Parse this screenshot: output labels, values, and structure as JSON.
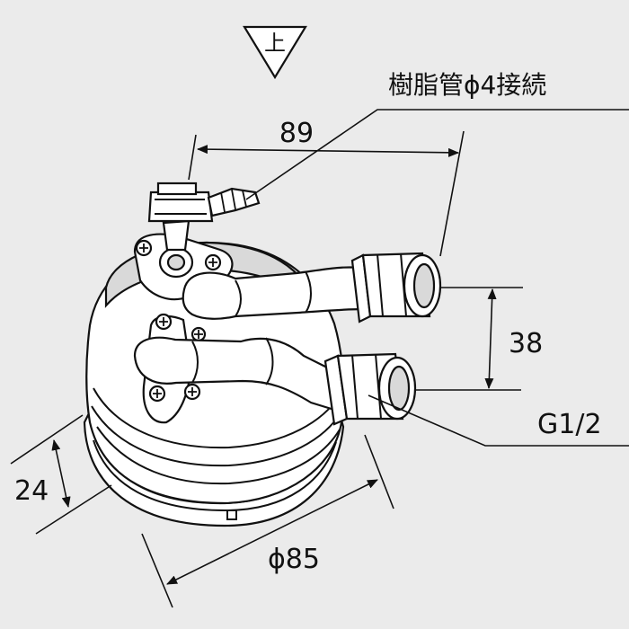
{
  "direction_mark": {
    "label": "上"
  },
  "callouts": {
    "tube_connection": "樹脂管ϕ4接続",
    "thread": "G1/2"
  },
  "dimensions": {
    "width": "89",
    "pitch": "38",
    "height": "24",
    "diameter": "ϕ85"
  }
}
